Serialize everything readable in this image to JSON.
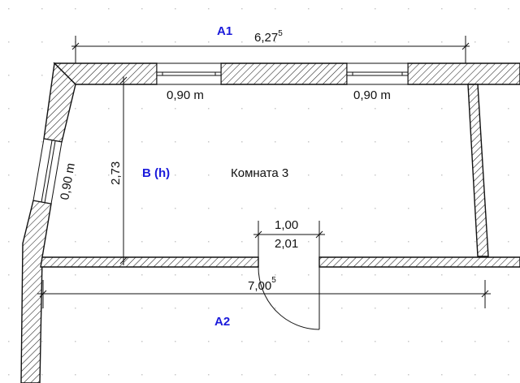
{
  "labels": {
    "a1": "A1",
    "a2": "A2",
    "b": "B (h)",
    "room": "Комната 3"
  },
  "dimensions": {
    "top_length": "6,27",
    "top_length_sup": "5",
    "bottom_length": "7,00",
    "bottom_length_sup": "5",
    "height": "2,73",
    "door_width": "1,00",
    "door_height": "2,01",
    "window_left": "0,90 m",
    "window_right": "0,90 m",
    "window_side": "0,90 m"
  },
  "colors": {
    "label": "#1a1adb",
    "line": "#111111",
    "grid_dot": "#c8c8c8"
  }
}
